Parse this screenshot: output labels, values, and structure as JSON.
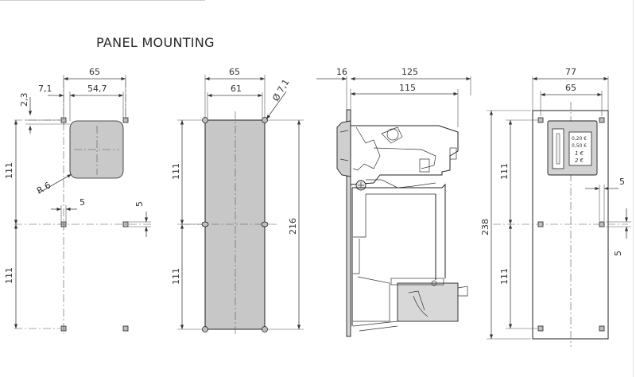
{
  "title": "PANEL MOUNTING",
  "view1": {
    "dim_65": "65",
    "dim_7_1": "7,1",
    "dim_54_7": "54,7",
    "dim_2_3": "2,3",
    "dim_111_top": "111",
    "dim_111_bottom": "111",
    "dim_5_h": "5",
    "dim_5_v": "5",
    "radius": "R 6"
  },
  "view2": {
    "dim_65": "65",
    "dim_61": "61",
    "dim_dia": "Ø 7,1",
    "dim_111_top": "111",
    "dim_111_bottom": "111",
    "dim_216": "216"
  },
  "view3": {
    "dim_16": "16",
    "dim_125": "125",
    "dim_115": "115"
  },
  "view4": {
    "dim_77": "77",
    "dim_65": "65",
    "dim_238": "238",
    "dim_111_top": "111",
    "dim_111_bottom": "111",
    "dim_5_h": "5",
    "dim_5_v": "5",
    "coin_values": [
      "0,20 €",
      "0,50 €",
      "1 €",
      "2 €"
    ]
  },
  "colors": {
    "panel_fill": "#c7c7c7",
    "hole_fill": "#bfbfbf",
    "line": "#333333"
  }
}
